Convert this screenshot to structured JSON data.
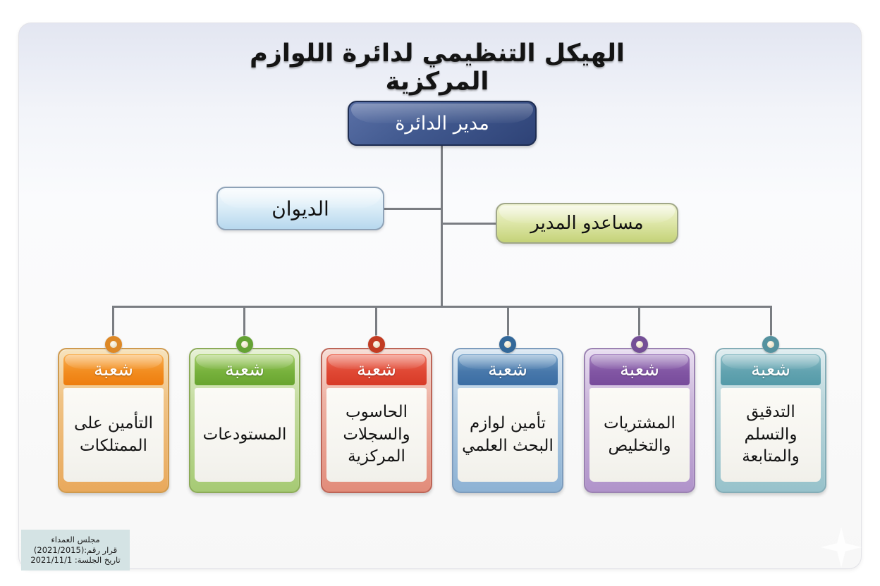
{
  "slide": {
    "title": "الهيكل التنظيمي لدائرة اللوازم المركزية"
  },
  "org": {
    "director": "مدير الدائرة",
    "diwan": "الديوان",
    "assistants": "مساعدو المدير",
    "branches": [
      {
        "header": "شعبة",
        "name": "التأمين على الممتلكات",
        "accent": "#ee7d0e"
      },
      {
        "header": "شعبة",
        "name": "المستودعات",
        "accent": "#68a42f"
      },
      {
        "header": "شعبة",
        "name": "الحاسوب والسجلات المركزية",
        "accent": "#d73a27"
      },
      {
        "header": "شعبة",
        "name": "تأمين لوازم البحث العلمي",
        "accent": "#3b6da3"
      },
      {
        "header": "شعبة",
        "name": "المشتريات والتخليص",
        "accent": "#774b9b"
      },
      {
        "header": "شعبة",
        "name": "التدقيق والتسلم والمتابعة",
        "accent": "#549aa8"
      }
    ]
  },
  "footnote": {
    "line1": "مجلس العمداء",
    "line2": "قرار رقم:(2021/2015)",
    "line3": "تاريخ الجلسة: 2021/11/1"
  },
  "colors": {
    "director_box": "#41598f",
    "diwan_box": "#b7d8ee",
    "assistants_box": "#dde6a7",
    "connector": "#7a7d82",
    "stamp_bg": "#d4e3e4"
  }
}
